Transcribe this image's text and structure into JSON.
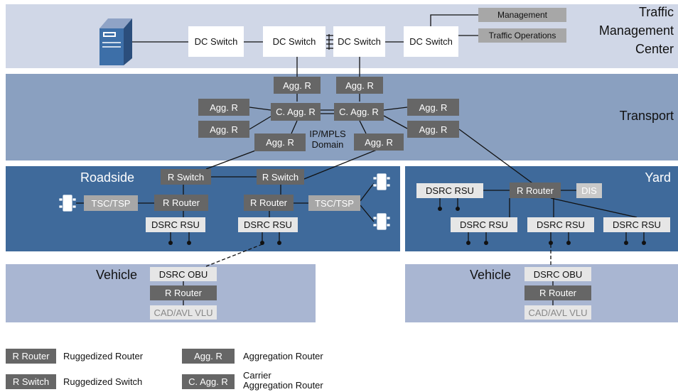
{
  "zones": {
    "tmc": "Traffic\nManagement\nCenter",
    "transport": "Transport",
    "roadside": "Roadside",
    "yard": "Yard",
    "vehicle_left": "Vehicle",
    "vehicle_right": "Vehicle"
  },
  "tmc": {
    "dc_switch": "DC Switch",
    "management": "Management",
    "traffic_operations": "Traffic Operations"
  },
  "transport": {
    "agg_r": "Agg. R",
    "c_agg_r": "C. Agg. R",
    "domain": "IP/MPLS\nDomain"
  },
  "roadside": {
    "r_switch": "R Switch",
    "r_router": "R Router",
    "tsc_tsp": "TSC/TSP",
    "dsrc_rsu": "DSRC RSU"
  },
  "yard": {
    "r_router": "R Router",
    "dis": "DIS",
    "dsrc_rsu": "DSRC RSU"
  },
  "vehicle": {
    "dsrc_obu": "DSRC OBU",
    "r_router": "R Router",
    "cad_avl_vlu": "CAD/AVL VLU"
  },
  "legend": [
    {
      "key": "R Router",
      "desc": "Ruggedized Router"
    },
    {
      "key": "R Switch",
      "desc": "Ruggedized Switch"
    },
    {
      "key": "Agg. R",
      "desc": "Aggregation Router"
    },
    {
      "key": "C. Agg. R",
      "desc": "Carrier\nAggregation Router"
    }
  ],
  "colors": {
    "tmc_band": "#d0d7e7",
    "transport_band": "#8aa0c0",
    "roadside_band": "#3f6a9b",
    "vehicle_band": "#a9b6d2",
    "node_dark": "#666666",
    "node_gray": "#a7a7a7"
  }
}
